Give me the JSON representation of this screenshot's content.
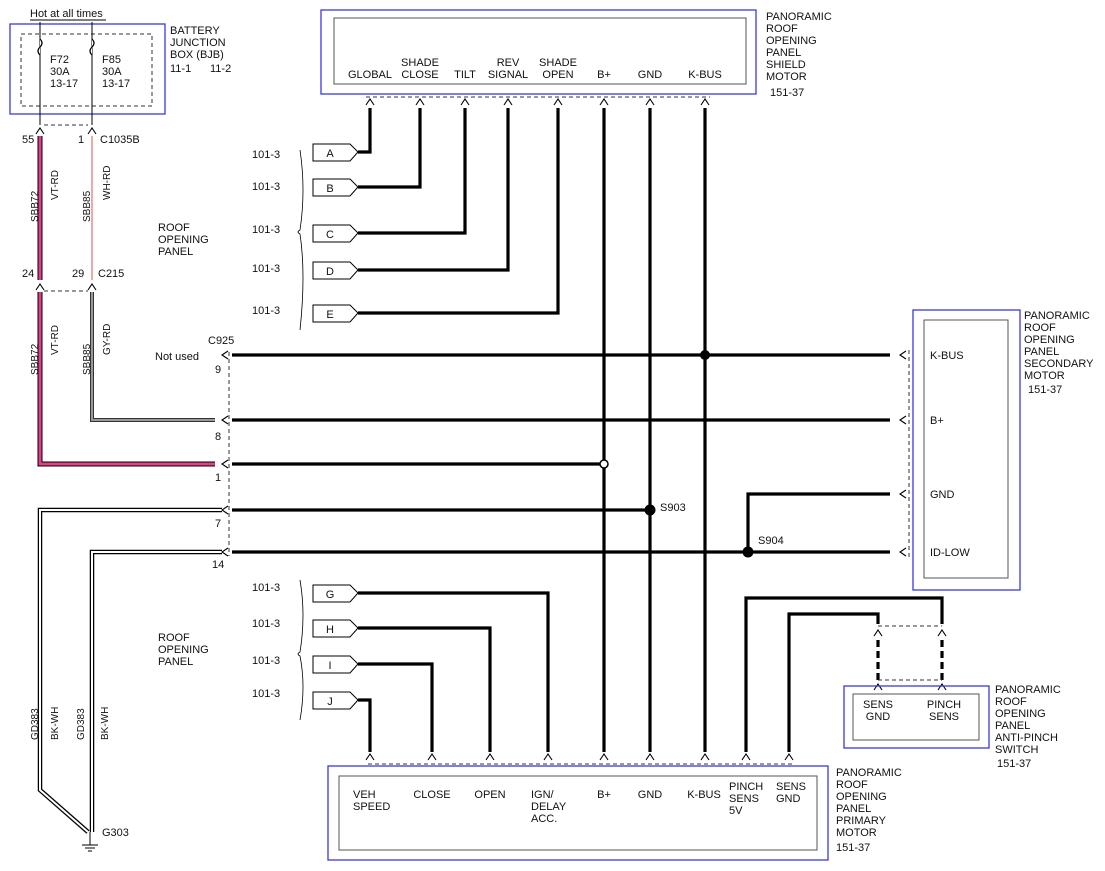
{
  "top_label": "Hot at all times",
  "bjb": {
    "title": [
      "BATTERY",
      "JUNCTION",
      "BOX (BJB)"
    ],
    "pages": [
      "11-1",
      "11-2"
    ],
    "fuses": [
      {
        "name": "F72",
        "rating": "30A",
        "ref": "13-17"
      },
      {
        "name": "F85",
        "rating": "30A",
        "ref": "13-17"
      }
    ]
  },
  "connectors": {
    "c1035b": {
      "name": "C1035B",
      "pin_a": "55",
      "pin_b": "1"
    },
    "c215": {
      "name": "C215",
      "pin_a": "24",
      "pin_b": "29"
    },
    "c925": {
      "name": "C925",
      "not_used": "Not used",
      "pins": [
        "9",
        "8",
        "1",
        "7",
        "14"
      ]
    }
  },
  "wires_upper": [
    {
      "circuit": "SBB72",
      "color": "VT-RD"
    },
    {
      "circuit": "SBB85",
      "color": "WH-RD"
    }
  ],
  "wires_lower": [
    {
      "circuit": "SBB72",
      "color": "VT-RD"
    },
    {
      "circuit": "SBB85",
      "color": "GY-RD"
    }
  ],
  "ground_wires": [
    {
      "circuit": "GD383",
      "color": "BK-WH"
    },
    {
      "circuit": "GD383",
      "color": "BK-WH"
    }
  ],
  "ground": "G303",
  "roof_panel_label": [
    "ROOF",
    "OPENING",
    "PANEL"
  ],
  "shield_motor": {
    "title": [
      "PANORAMIC",
      "ROOF",
      "OPENING",
      "PANEL",
      "SHIELD",
      "MOTOR"
    ],
    "ref": "151-37",
    "pins": [
      {
        "l1": "",
        "l2": "GLOBAL"
      },
      {
        "l1": "SHADE",
        "l2": "CLOSE"
      },
      {
        "l1": "",
        "l2": "TILT"
      },
      {
        "l1": "REV",
        "l2": "SIGNAL"
      },
      {
        "l1": "SHADE",
        "l2": "OPEN"
      },
      {
        "l1": "",
        "l2": "B+"
      },
      {
        "l1": "",
        "l2": "GND"
      },
      {
        "l1": "",
        "l2": "K-BUS"
      }
    ]
  },
  "offpage_upper": [
    {
      "ref": "101-3",
      "letter": "A"
    },
    {
      "ref": "101-3",
      "letter": "B"
    },
    {
      "ref": "101-3",
      "letter": "C"
    },
    {
      "ref": "101-3",
      "letter": "D"
    },
    {
      "ref": "101-3",
      "letter": "E"
    }
  ],
  "offpage_lower": [
    {
      "ref": "101-3",
      "letter": "G"
    },
    {
      "ref": "101-3",
      "letter": "H"
    },
    {
      "ref": "101-3",
      "letter": "I"
    },
    {
      "ref": "101-3",
      "letter": "J"
    }
  ],
  "secondary_motor": {
    "title": [
      "PANORAMIC",
      "ROOF",
      "OPENING",
      "PANEL",
      "SECONDARY",
      "MOTOR"
    ],
    "ref": "151-37",
    "pins": [
      "K-BUS",
      "B+",
      "GND",
      "ID-LOW"
    ]
  },
  "splices": [
    "S903",
    "S904"
  ],
  "antipinch": {
    "title": [
      "PANORAMIC",
      "ROOF",
      "OPENING",
      "PANEL",
      "ANTI-PINCH",
      "SWITCH"
    ],
    "ref": "151-37",
    "pins": [
      {
        "l1": "SENS",
        "l2": "GND"
      },
      {
        "l1": "PINCH",
        "l2": "SENS"
      }
    ]
  },
  "primary_motor": {
    "title": [
      "PANORAMIC",
      "ROOF",
      "OPENING",
      "PANEL",
      "PRIMARY",
      "MOTOR"
    ],
    "ref": "151-37",
    "pins": [
      {
        "lines": [
          "VEH",
          "SPEED"
        ]
      },
      {
        "lines": [
          "CLOSE"
        ]
      },
      {
        "lines": [
          "OPEN"
        ]
      },
      {
        "lines": [
          "IGN/",
          "DELAY",
          "ACC."
        ]
      },
      {
        "lines": [
          "B+"
        ]
      },
      {
        "lines": [
          "GND"
        ]
      },
      {
        "lines": [
          "K-BUS"
        ]
      },
      {
        "lines": [
          "PINCH",
          "SENS",
          "5V"
        ]
      },
      {
        "lines": [
          "SENS",
          "GND"
        ]
      }
    ]
  },
  "colors": {
    "vt_rd": "#e0408a",
    "wh_rd": "#f08a8a",
    "gy_rd": "#888888",
    "box_border": "#3a3adb"
  }
}
